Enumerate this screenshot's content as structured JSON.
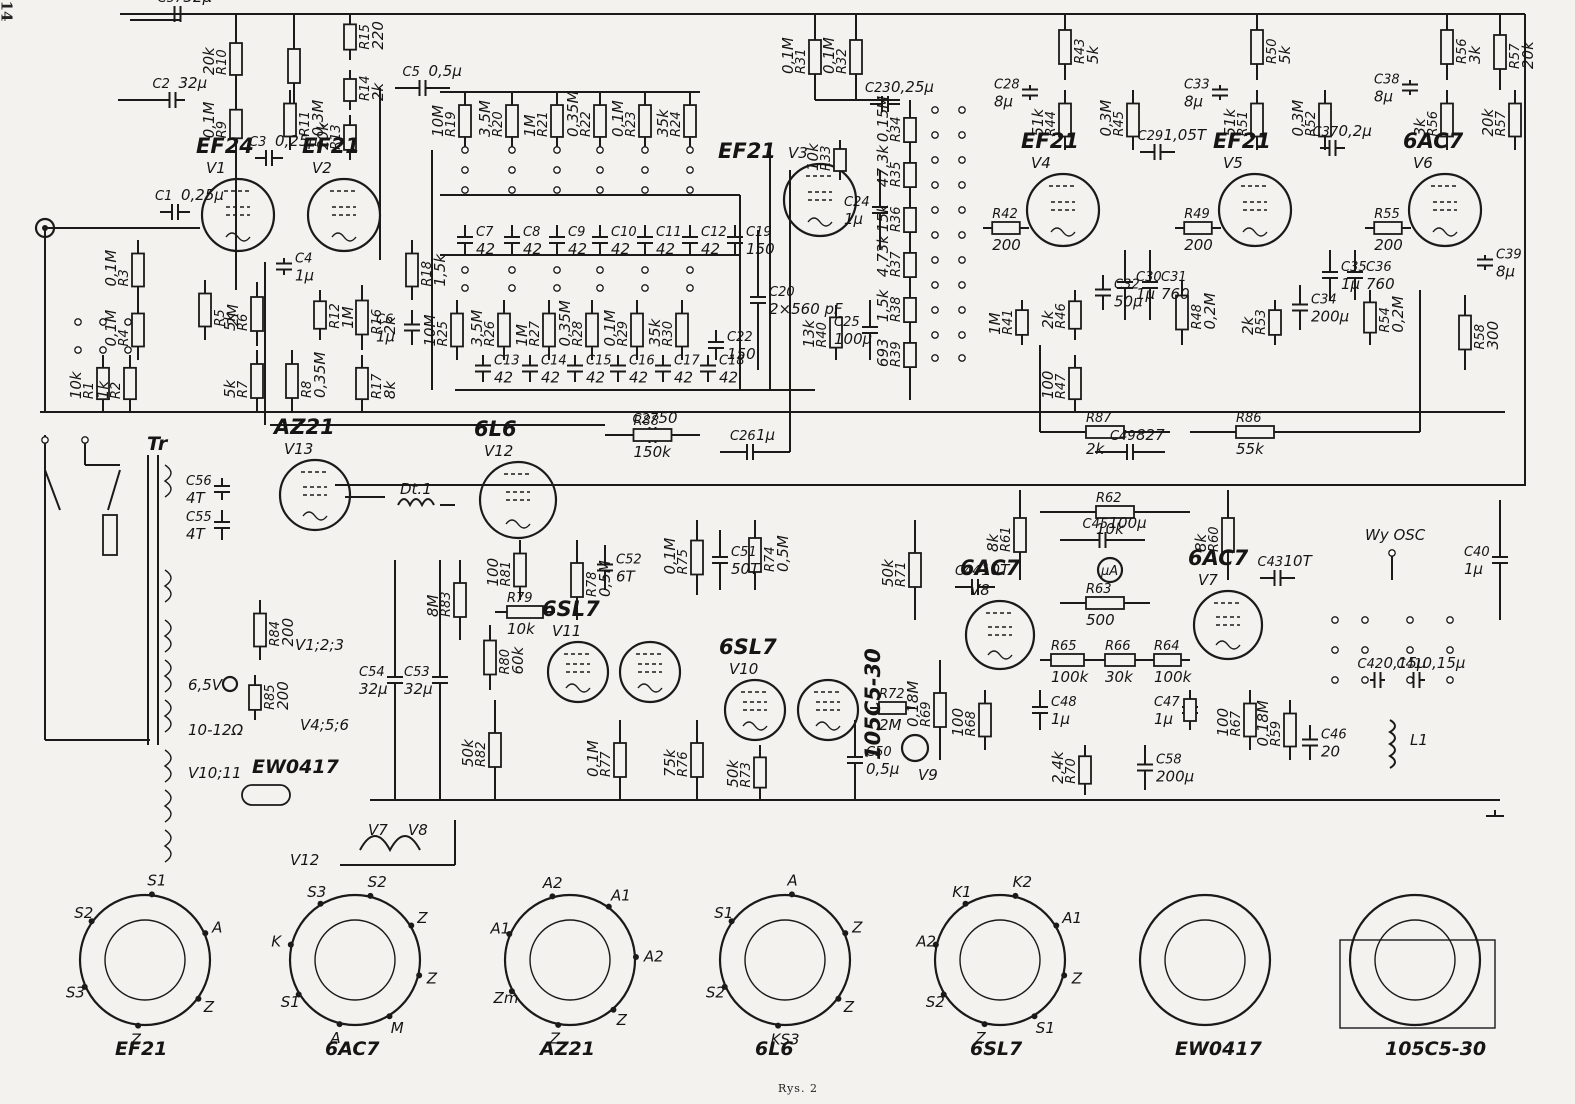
{
  "page_number": "14",
  "caption": "Rys. 2",
  "tubes": [
    {
      "type": "EF24",
      "ref": "V1"
    },
    {
      "type": "EF21",
      "ref": "V2"
    },
    {
      "type": "EF21",
      "ref": ""
    },
    {
      "type": "",
      "ref": "V3"
    },
    {
      "type": "EF21",
      "ref": "V4"
    },
    {
      "type": "EF21",
      "ref": "V5"
    },
    {
      "type": "6AC7",
      "ref": "V6"
    },
    {
      "type": "AZ21",
      "ref": "V13"
    },
    {
      "type": "6L6",
      "ref": "V12"
    },
    {
      "type": "6SL7",
      "ref": "V11"
    },
    {
      "type": "6SL7",
      "ref": "V10"
    },
    {
      "type": "6AC7",
      "ref": "V8"
    },
    {
      "type": "6AC7",
      "ref": "V7"
    },
    {
      "type": "105C5-30",
      "ref": "V9"
    }
  ],
  "resistors": [
    {
      "ref": "R1",
      "value": "10k"
    },
    {
      "ref": "R2",
      "value": "1k"
    },
    {
      "ref": "R3",
      "value": "0,1M"
    },
    {
      "ref": "R4",
      "value": "0,1M"
    },
    {
      "ref": "R5",
      "value": "2M"
    },
    {
      "ref": "R6",
      "value": "5k"
    },
    {
      "ref": "R7",
      "value": "5k"
    },
    {
      "ref": "R8",
      "value": "0,35M"
    },
    {
      "ref": "R9",
      "value": "0,1M"
    },
    {
      "ref": "R10",
      "value": "20k"
    },
    {
      "ref": "R11",
      "value": "0,3M"
    },
    {
      "ref": "R12",
      "value": "1M"
    },
    {
      "ref": "R13",
      "value": "20k"
    },
    {
      "ref": "R14",
      "value": "2k"
    },
    {
      "ref": "R15",
      "value": "220"
    },
    {
      "ref": "R16",
      "value": "2k"
    },
    {
      "ref": "R17",
      "value": "8k"
    },
    {
      "ref": "R18",
      "value": "1,5k"
    },
    {
      "ref": "R19",
      "value": "10M"
    },
    {
      "ref": "R20",
      "value": "3,5M"
    },
    {
      "ref": "R21",
      "value": "1M"
    },
    {
      "ref": "R22",
      "value": "0,35M"
    },
    {
      "ref": "R23",
      "value": "0,1M"
    },
    {
      "ref": "R24",
      "value": "35k"
    },
    {
      "ref": "R25",
      "value": "10M"
    },
    {
      "ref": "R26",
      "value": "3,5M"
    },
    {
      "ref": "R27",
      "value": "1M"
    },
    {
      "ref": "R28",
      "value": "0,35M"
    },
    {
      "ref": "R29",
      "value": "0,1M"
    },
    {
      "ref": "R30",
      "value": "35k"
    },
    {
      "ref": "R31",
      "value": "0,1M"
    },
    {
      "ref": "R32",
      "value": "0,1M"
    },
    {
      "ref": "R33",
      "value": "10k"
    },
    {
      "ref": "R34",
      "value": "0,15M"
    },
    {
      "ref": "R35",
      "value": "47,3k"
    },
    {
      "ref": "R36",
      "value": "15k"
    },
    {
      "ref": "R37",
      "value": "4,73k"
    },
    {
      "ref": "R38",
      "value": "1,5k"
    },
    {
      "ref": "R39",
      "value": "693"
    },
    {
      "ref": "R40",
      "value": "13k"
    },
    {
      "ref": "R41",
      "value": "1M"
    },
    {
      "ref": "R42",
      "value": "200"
    },
    {
      "ref": "R43",
      "value": "5k"
    },
    {
      "ref": "R44",
      "value": "51k"
    },
    {
      "ref": "R45",
      "value": "0,3M"
    },
    {
      "ref": "R46",
      "value": "2k"
    },
    {
      "ref": "R47",
      "value": "100"
    },
    {
      "ref": "R48",
      "value": "0,2M"
    },
    {
      "ref": "R49",
      "value": "200"
    },
    {
      "ref": "R50",
      "value": "5k"
    },
    {
      "ref": "R51",
      "value": "51k"
    },
    {
      "ref": "R52",
      "value": "0,3M"
    },
    {
      "ref": "R53",
      "value": "2k"
    },
    {
      "ref": "R54",
      "value": "0,2M"
    },
    {
      "ref": "R55",
      "value": "200"
    },
    {
      "ref": "R56",
      "value": "3k"
    },
    {
      "ref": "R57",
      "value": "20k"
    },
    {
      "ref": "R58",
      "value": "300"
    },
    {
      "ref": "R59",
      "value": "0,18M"
    },
    {
      "ref": "R60",
      "value": "8k"
    },
    {
      "ref": "R61",
      "value": "8k"
    },
    {
      "ref": "R62",
      "value": "10k"
    },
    {
      "ref": "R63",
      "value": "500"
    },
    {
      "ref": "R64",
      "value": "100k"
    },
    {
      "ref": "R65",
      "value": "100k"
    },
    {
      "ref": "R66",
      "value": "30k"
    },
    {
      "ref": "R67",
      "value": "100"
    },
    {
      "ref": "R68",
      "value": "100"
    },
    {
      "ref": "R69",
      "value": "0,18M"
    },
    {
      "ref": "R70",
      "value": "2,4k"
    },
    {
      "ref": "R71",
      "value": "50k"
    },
    {
      "ref": "R72",
      "value": "2M"
    },
    {
      "ref": "R73",
      "value": "50k"
    },
    {
      "ref": "R74",
      "value": "0,5M"
    },
    {
      "ref": "R75",
      "value": "0,1M"
    },
    {
      "ref": "R76",
      "value": "75k"
    },
    {
      "ref": "R77",
      "value": "0,1M"
    },
    {
      "ref": "R78",
      "value": "0,5M"
    },
    {
      "ref": "R79",
      "value": "10k"
    },
    {
      "ref": "R80",
      "value": "60k"
    },
    {
      "ref": "R81",
      "value": "100"
    },
    {
      "ref": "R82",
      "value": "50k"
    },
    {
      "ref": "R83",
      "value": "8M"
    },
    {
      "ref": "R84",
      "value": "200"
    },
    {
      "ref": "R85",
      "value": "200"
    },
    {
      "ref": "R86",
      "value": "55k"
    },
    {
      "ref": "R87",
      "value": "2k"
    },
    {
      "ref": "R88",
      "value": "150k"
    },
    {
      "ref": "R",
      "value": "10k"
    }
  ],
  "capacitors": [
    {
      "ref": "C57",
      "value": "32µ"
    },
    {
      "ref": "C2",
      "value": "32µ"
    },
    {
      "ref": "C3",
      "value": "0,25µ"
    },
    {
      "ref": "C1",
      "value": "0,25µ"
    },
    {
      "ref": "C4",
      "value": "1µ"
    },
    {
      "ref": "C5",
      "value": "0,5µ"
    },
    {
      "ref": "C6",
      "value": "1µ"
    },
    {
      "ref": "C7",
      "value": "42"
    },
    {
      "ref": "C8",
      "value": "42"
    },
    {
      "ref": "C9",
      "value": "42"
    },
    {
      "ref": "C10",
      "value": "42"
    },
    {
      "ref": "C11",
      "value": "42"
    },
    {
      "ref": "C12",
      "value": "42"
    },
    {
      "ref": "C19",
      "value": "150"
    },
    {
      "ref": "C20",
      "value": "2×560 pF"
    },
    {
      "ref": "C13",
      "value": "42"
    },
    {
      "ref": "C14",
      "value": "42"
    },
    {
      "ref": "C15",
      "value": "42"
    },
    {
      "ref": "C16",
      "value": "42"
    },
    {
      "ref": "C17",
      "value": "42"
    },
    {
      "ref": "C18",
      "value": "42"
    },
    {
      "ref": "C22",
      "value": "150"
    },
    {
      "ref": "C23",
      "value": "0,25µ"
    },
    {
      "ref": "C24",
      "value": "1µ"
    },
    {
      "ref": "C25",
      "value": "100µ"
    },
    {
      "ref": "C26",
      "value": "1µ"
    },
    {
      "ref": "C27",
      "value": "50"
    },
    {
      "ref": "C28",
      "value": "8µ"
    },
    {
      "ref": "C29",
      "value": "1,05T"
    },
    {
      "ref": "C30",
      "value": "1µ"
    },
    {
      "ref": "C31",
      "value": "760"
    },
    {
      "ref": "C32",
      "value": "50µ"
    },
    {
      "ref": "C33",
      "value": "8µ"
    },
    {
      "ref": "C34",
      "value": "200µ"
    },
    {
      "ref": "C35",
      "value": "1µ"
    },
    {
      "ref": "C36",
      "value": "760"
    },
    {
      "ref": "C37",
      "value": "0,2µ"
    },
    {
      "ref": "C38",
      "value": "8µ"
    },
    {
      "ref": "C39",
      "value": "8µ"
    },
    {
      "ref": "C40",
      "value": "1µ"
    },
    {
      "ref": "C41",
      "value": "0,15µ"
    },
    {
      "ref": "C42",
      "value": "0,15µ"
    },
    {
      "ref": "C43",
      "value": "10T"
    },
    {
      "ref": "C44",
      "value": "10T"
    },
    {
      "ref": "C45",
      "value": "100µ"
    },
    {
      "ref": "C46",
      "value": "20"
    },
    {
      "ref": "C47",
      "value": "1µ"
    },
    {
      "ref": "C48",
      "value": "1µ"
    },
    {
      "ref": "C49",
      "value": "827"
    },
    {
      "ref": "C50",
      "value": "0,5µ"
    },
    {
      "ref": "C51",
      "value": "50T"
    },
    {
      "ref": "C52",
      "value": "6T"
    },
    {
      "ref": "C53",
      "value": "32µ"
    },
    {
      "ref": "C54",
      "value": "32µ"
    },
    {
      "ref": "C55",
      "value": "4T"
    },
    {
      "ref": "C56",
      "value": "4T"
    },
    {
      "ref": "C58",
      "value": "200µ"
    }
  ],
  "misc_labels": {
    "transformer": "Tr",
    "choke": "Dt.1",
    "meter": "µA",
    "output": "Wy OSC",
    "coil": "L1",
    "v123": "V1;2;3",
    "v456": "V4;5;6",
    "v1011": "V10;11",
    "v12": "V12",
    "v7": "V7",
    "v8": "V8",
    "volt": "6,5V",
    "heater": "10-12Ω",
    "baretter": "EW0417"
  },
  "pinouts": [
    {
      "name": "EF21",
      "pins": [
        "S3",
        "S2",
        "S1",
        "A",
        "Z",
        "Z"
      ]
    },
    {
      "name": "6AC7",
      "pins": [
        "S1",
        "K",
        "S3",
        "S2",
        "Z",
        "Z",
        "M",
        "A"
      ]
    },
    {
      "name": "AZ21",
      "pins": [
        "Zm",
        "A1",
        "A2",
        "A1",
        "A2",
        "Z",
        "Z"
      ]
    },
    {
      "name": "6L6",
      "pins": [
        "S2",
        "S1",
        "A",
        "Z",
        "Z",
        "KS3"
      ]
    },
    {
      "name": "6SL7",
      "pins": [
        "S2",
        "A2",
        "K1",
        "K2",
        "A1",
        "Z",
        "S1",
        "Z"
      ]
    },
    {
      "name": "EW0417",
      "pins": []
    },
    {
      "name": "105C5-30",
      "pins": []
    }
  ]
}
